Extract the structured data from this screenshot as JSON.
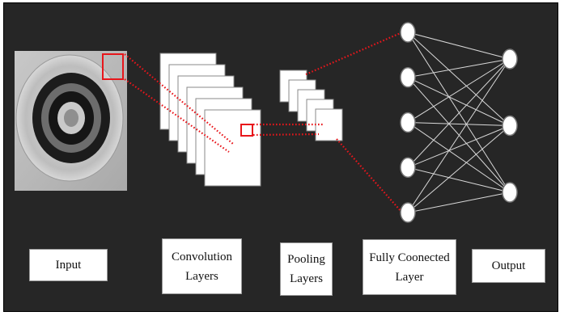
{
  "labels": {
    "input": "Input",
    "convolution": "Convolution\nLayers",
    "pooling": "Pooling\nLayers",
    "fully_connected": "Fully Coonected\nLayer",
    "output": "Output"
  },
  "network": {
    "fc_nodes": 5,
    "output_nodes": 3,
    "conv_feature_maps": 6,
    "pool_feature_maps": 5
  },
  "colors": {
    "background": "#262626",
    "highlight": "#e8161b",
    "connections": "#d9d9d9",
    "node_fill": "#ffffff"
  }
}
